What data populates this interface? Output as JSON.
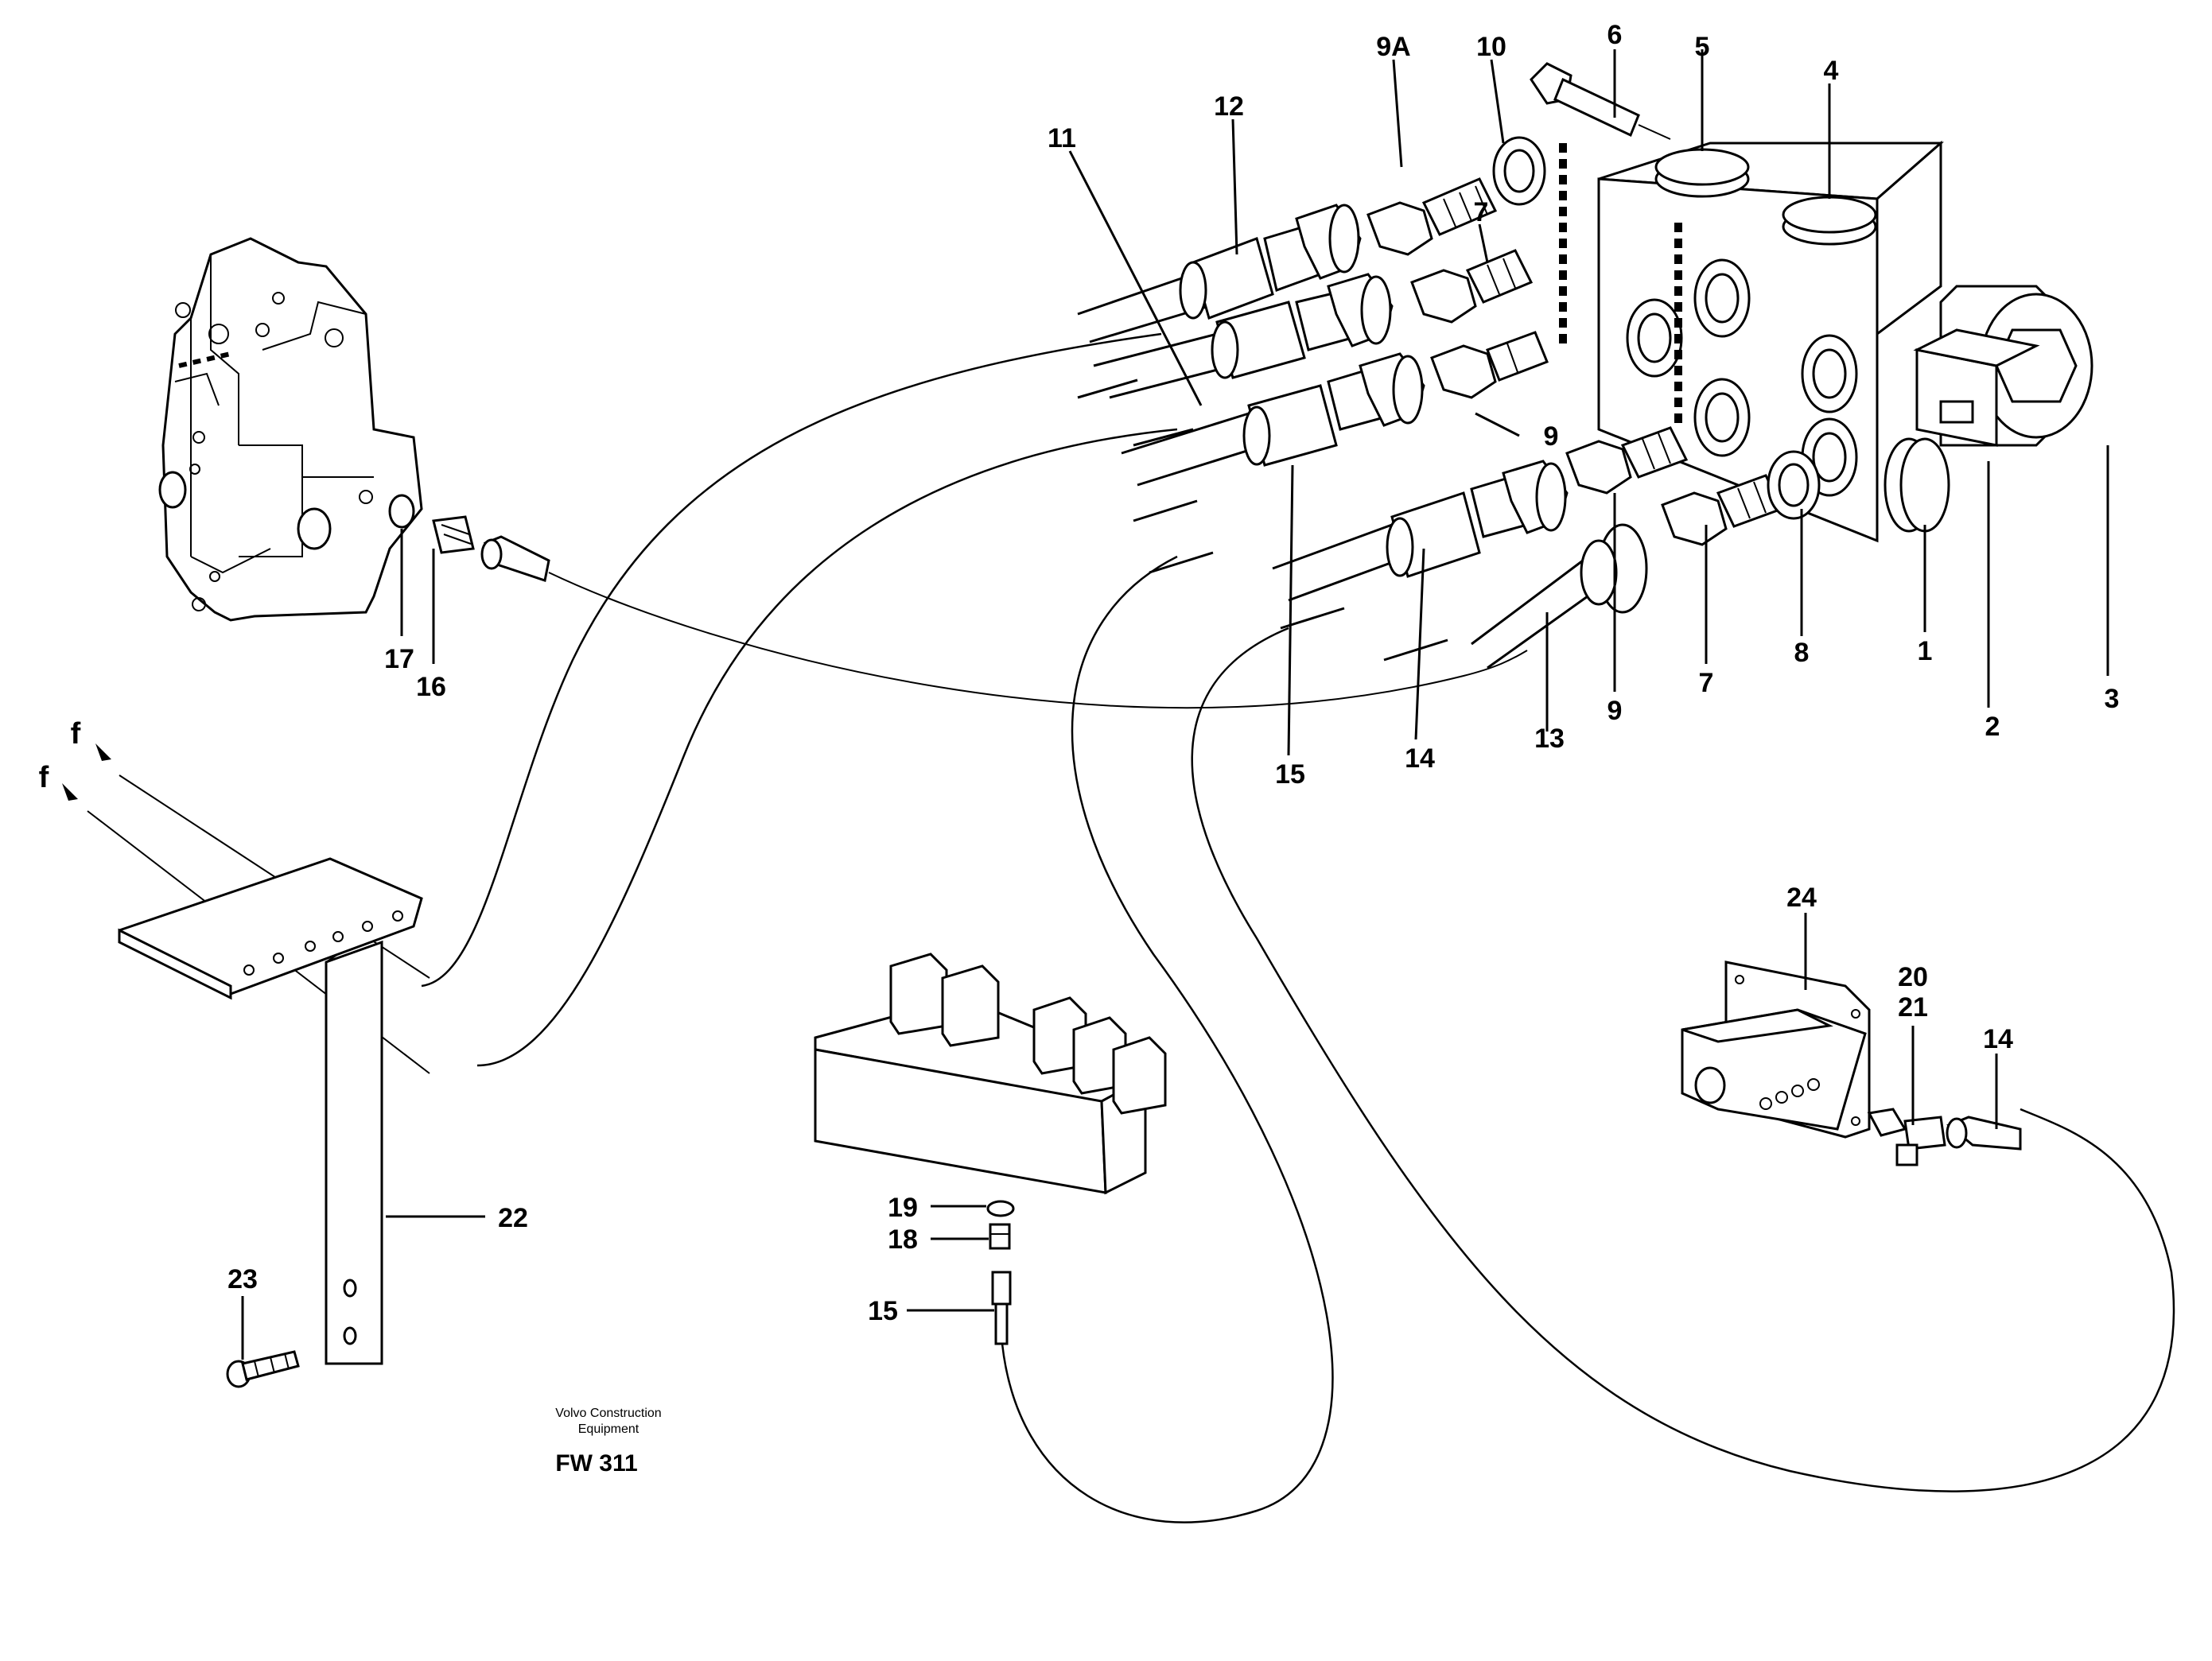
{
  "drawing": {
    "brand_line1": "Volvo Construction",
    "brand_line2": "Equipment",
    "code": "FW 311"
  },
  "callouts": {
    "c1": "1",
    "c2": "2",
    "c3": "3",
    "c4": "4",
    "c5": "5",
    "c6": "6",
    "c7a": "7",
    "c7b": "7",
    "c8": "8",
    "c9a": "9",
    "c9b": "9",
    "c9A": "9A",
    "c10": "10",
    "c11": "11",
    "c12": "12",
    "c13": "13",
    "c14a": "14",
    "c14b": "14",
    "c15a": "15",
    "c15b": "15",
    "c16": "16",
    "c17": "17",
    "c18": "18",
    "c19": "19",
    "c20": "20",
    "c21": "21",
    "c22": "22",
    "c23": "23",
    "c24": "24",
    "fa": "f",
    "fb": "f"
  }
}
